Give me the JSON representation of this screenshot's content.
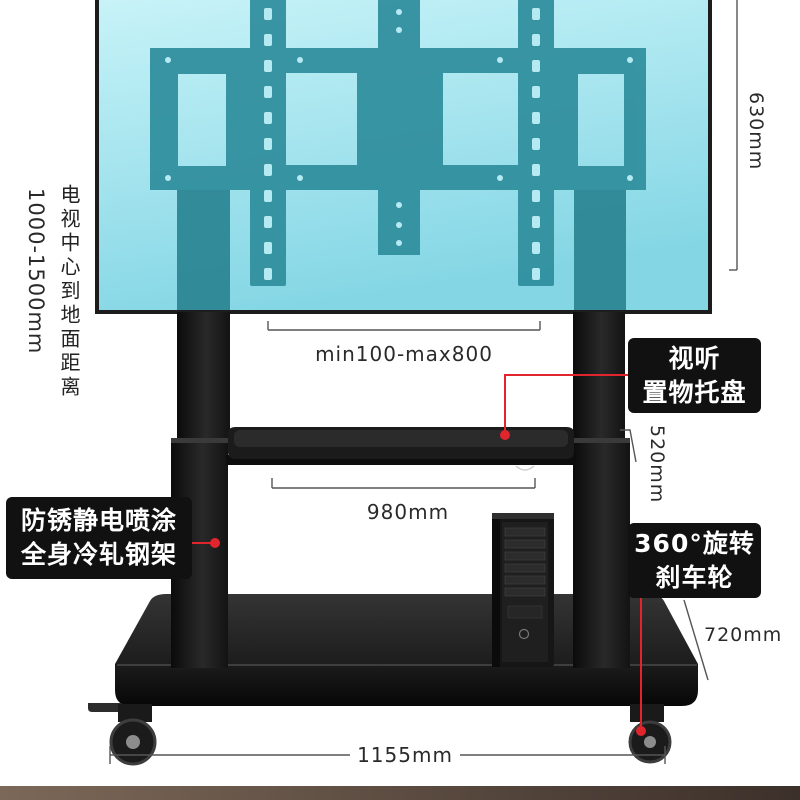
{
  "tv": {
    "height_label": "630mm"
  },
  "mount_bracket": {
    "width_range_label": "min100-max800"
  },
  "center_height": {
    "caption": "电视中心到地面距离",
    "value": "1000-1500mm"
  },
  "shelf": {
    "callout": [
      "视听",
      "置物托盘"
    ],
    "depth_label": "520mm",
    "width_label": "980mm"
  },
  "frame": {
    "callout": [
      "防锈静电喷涂",
      "全身冷轧钢架"
    ]
  },
  "casters": {
    "callout": [
      "360°旋转",
      "刹车轮"
    ]
  },
  "base": {
    "depth_label": "720mm",
    "width_label": "1155mm"
  },
  "colors": {
    "callout_box": "#111111",
    "callout_marker": "#e0262c",
    "screen": "#a8e6f0",
    "bracket": "#2f8e9d",
    "stand": "#1a1a1a"
  }
}
